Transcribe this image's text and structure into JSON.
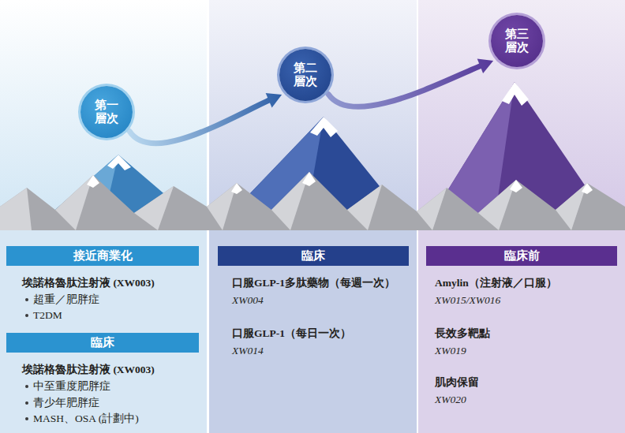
{
  "diagram": {
    "nodes": [
      {
        "text": [
          "第一 層次"
        ]
      },
      {
        "text": [
          "第二 層次"
        ]
      },
      {
        "text": [
          "第三 層次"
        ]
      },
      {
        "text": [
          "接近商業化"
        ]
      },
      {
        "text": [
          "臨床"
        ]
      },
      {
        "text": [
          "臨床"
        ]
      },
      {
        "text": [
          "臨床前"
        ]
      }
    ],
    "edges": [
      {
        "from": 0,
        "to": 1,
        "arrow": "to"
      },
      {
        "from": 1,
        "to": 2,
        "arrow": "to"
      }
    ],
    "labels": [
      "埃諾格魯肽注射液 (XW003)",
      "超重／肥胖症",
      "T2DM",
      "埃諾格魯肽注射液 (XW003)",
      "中至重度肥胖症",
      "青少年肥胖症",
      "MASH、OSA (計劃中)",
      "口服GLP-1多肽藥物（每週一次）",
      "XW004",
      "口服GLP-1（每日一次）",
      "XW014",
      "Amylin（注射液／口服）",
      "XW015/XW016",
      "長效多靶點",
      "XW019",
      "肌肉保留",
      "XW020"
    ]
  }
}
